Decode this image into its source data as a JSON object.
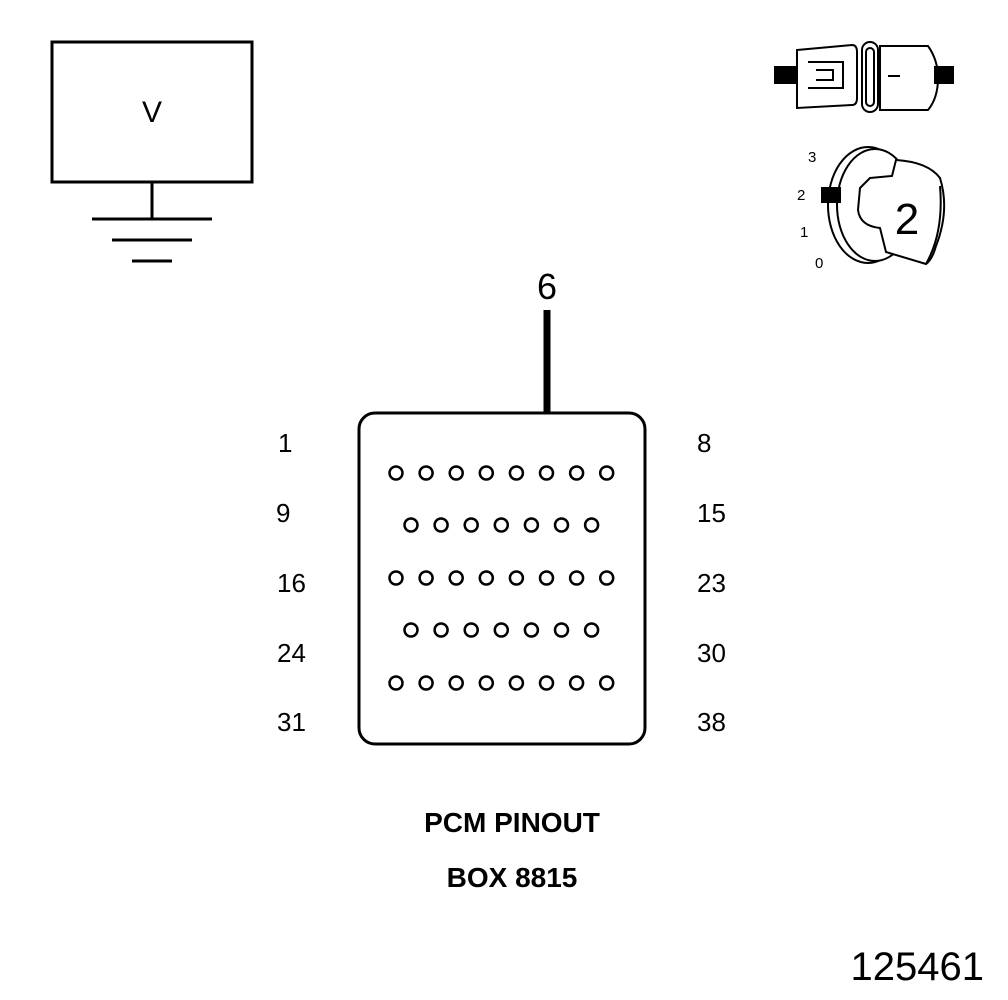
{
  "voltmeter": {
    "symbol": "V"
  },
  "ignition_switch": {
    "positions": [
      "0",
      "1",
      "2",
      "3"
    ],
    "selected": "2"
  },
  "connector": {
    "target_pin": "6",
    "row_labels_left": [
      "1",
      "9",
      "16",
      "24",
      "31"
    ],
    "row_labels_right": [
      "8",
      "15",
      "23",
      "30",
      "38"
    ],
    "rows": [
      {
        "first": 1,
        "count": 8
      },
      {
        "first": 9,
        "count": 7
      },
      {
        "first": 16,
        "count": 8
      },
      {
        "first": 24,
        "count": 7
      },
      {
        "first": 31,
        "count": 8
      }
    ]
  },
  "caption": {
    "line1": "PCM PINOUT",
    "line2": "BOX 8815"
  },
  "reference_number": "125461",
  "colors": {
    "line": "#000000",
    "background": "#ffffff",
    "fill": "#ffffff"
  }
}
